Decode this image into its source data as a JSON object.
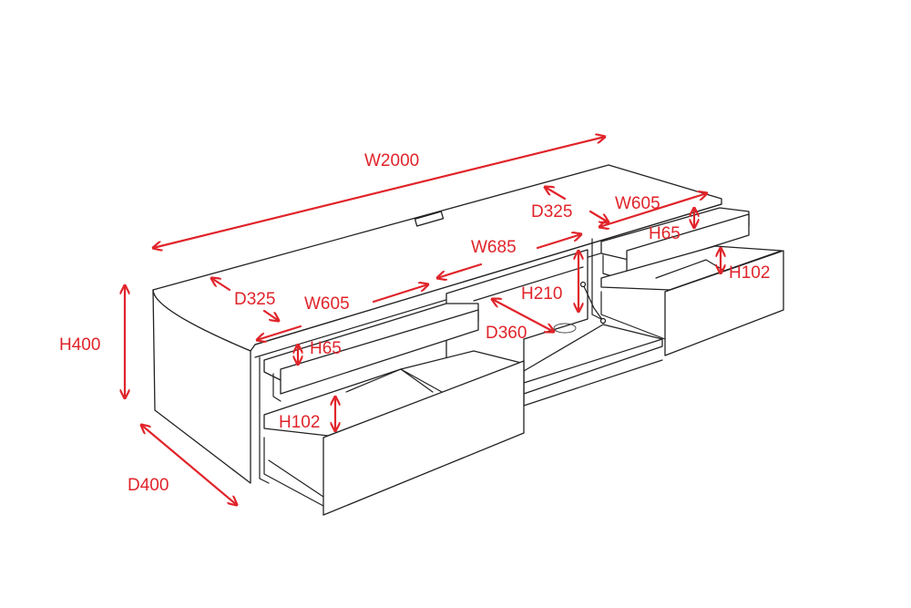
{
  "diagram": {
    "colors": {
      "dimension": "#e0242a",
      "outline": "#222222",
      "background": "#ffffff"
    },
    "labels": {
      "overall_width": "W2000",
      "overall_height": "H400",
      "overall_depth": "D400",
      "left_depth": "D325",
      "left_width": "W605",
      "left_h_top": "H65",
      "left_h_bottom": "H102",
      "center_width": "W685",
      "center_height": "H210",
      "center_depth": "D360",
      "right_depth": "D325",
      "right_width": "W605",
      "right_h_top": "H65",
      "right_h_bottom": "H102"
    }
  }
}
